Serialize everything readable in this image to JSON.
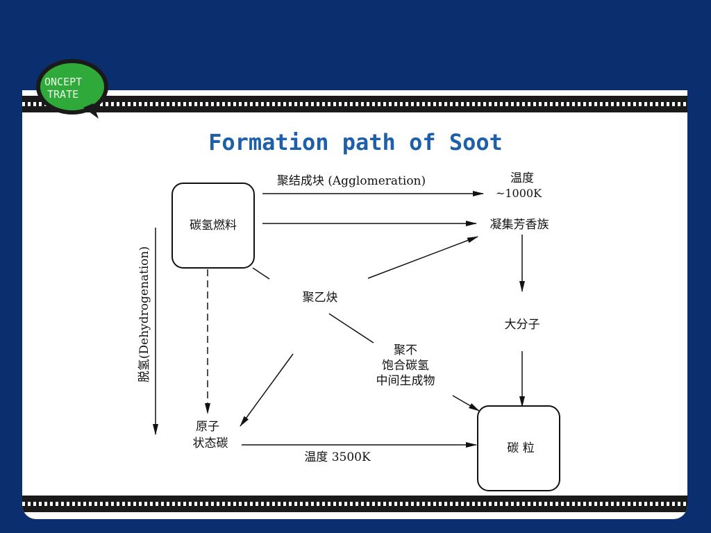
{
  "slide": {
    "title": "Formation path of Soot",
    "logo_line1": "ONCEPT",
    "logo_line2": "TRATE"
  },
  "diagram": {
    "nodes": {
      "hydrocarbon_fuel": "碳氢燃料",
      "polyacetylene": "聚乙炔",
      "temp_1000k_line1": "温度",
      "temp_1000k_line2": "~1000K",
      "condensed_aromatics": "凝集芳香族",
      "macromolecule": "大分子",
      "unsaturated_line1": "聚不",
      "unsaturated_line2": "饱合碳氢",
      "unsaturated_line3": "中间生成物",
      "atomic_carbon_line1": "原子",
      "atomic_carbon_line2": "状态碳",
      "soot_particle": "碳 粒"
    },
    "edges": {
      "agglomeration": "聚结成块 (Agglomeration)",
      "temp_3500k": "温度 3500K",
      "dehydrogenation": "脱氢(Dehydrogenation)"
    }
  }
}
